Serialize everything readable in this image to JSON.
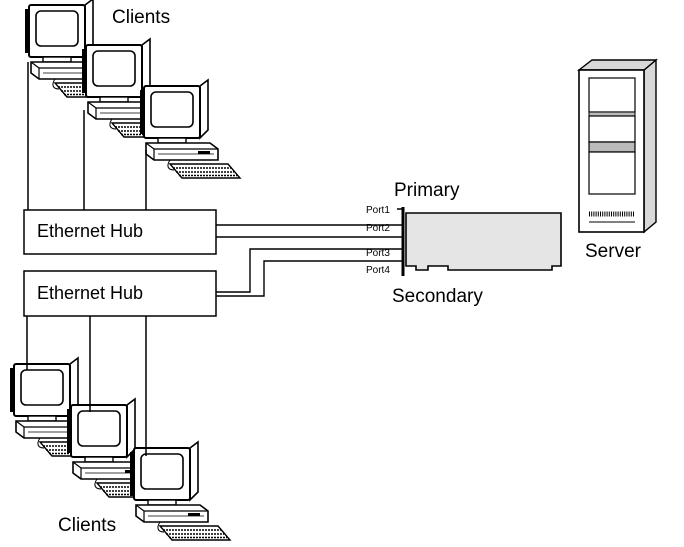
{
  "labels": {
    "clients_top": "Clients",
    "clients_bottom": "Clients",
    "server": "Server",
    "primary": "Primary",
    "secondary": "Secondary"
  },
  "hubs": [
    {
      "label": "Ethernet Hub"
    },
    {
      "label": "Ethernet Hub"
    }
  ],
  "ports": [
    "Port1",
    "Port2",
    "Port3",
    "Port4"
  ],
  "icons": {
    "client": "desktop-computer-icon",
    "server": "tower-server-icon",
    "nic": "network-adapter-card-icon"
  }
}
